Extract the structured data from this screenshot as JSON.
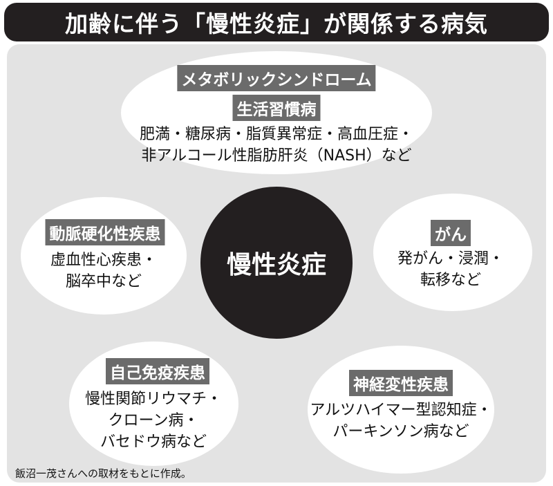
{
  "title": "加齢に伴う「慢性炎症」が関係する病気",
  "center": "慢性炎症",
  "top": {
    "tag1": "メタボリックシンドローム",
    "tag2": "生活習慣病",
    "line1": "肥満・糖尿病・脂質異常症・高血圧症・",
    "line2": "非アルコール性脂肪肝炎（NASH）など"
  },
  "left": {
    "tag": "動脈硬化性疾患",
    "line1": "虚血性心疾患・",
    "line2": "脳卒中など"
  },
  "right": {
    "tag": "がん",
    "line1": "発がん・浸潤・",
    "line2": "転移など"
  },
  "bottom_left": {
    "tag": "自己免疫疾患",
    "line1": "慢性関節リウマチ・",
    "line2": "クローン病・",
    "line3": "バセドウ病など"
  },
  "bottom_right": {
    "tag": "神経変性疾患",
    "line1": "アルツハイマー型認知症・",
    "line2": "パーキンソン病など"
  },
  "caption": "飯沼一茂さんへの取材をもとに作成。"
}
